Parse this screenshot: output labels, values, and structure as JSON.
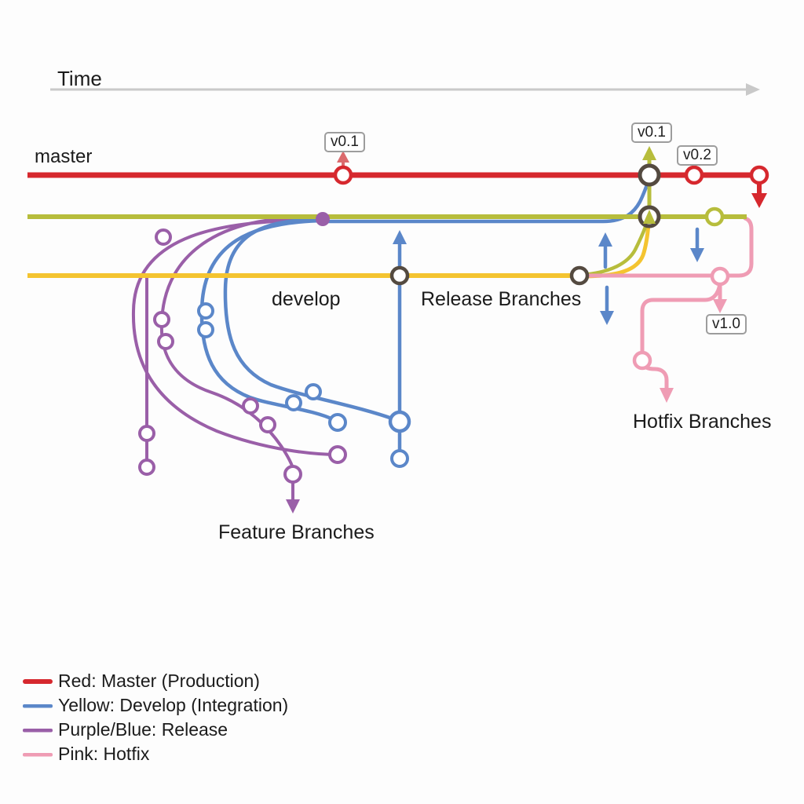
{
  "axis": {
    "time_label": "Time"
  },
  "labels": {
    "master": "master",
    "develop": "develop",
    "release": "Release Branches",
    "feature": "Feature Branches",
    "hotfix": "Hotfix Branches"
  },
  "tags": {
    "master_v01": "v0.1",
    "release_v01": "v0.1",
    "master_v02": "v0.2",
    "hotfix_v10": "v1.0"
  },
  "legend": {
    "items": [
      {
        "label": "Red: Master (Production)",
        "color": "#d6282e"
      },
      {
        "label": "Yellow: Develop (Integration)",
        "color": "#5b87c9"
      },
      {
        "label": "Purple/Blue: Release",
        "color": "#9a5fa8"
      },
      {
        "label": "Pink: Hotfix",
        "color": "#ef9cb4"
      }
    ]
  },
  "colors": {
    "master_red": "#d6282e",
    "develop_olive": "#b7bd3c",
    "develop_yellow": "#f4c430",
    "release_blue": "#5b87c9",
    "release_purple": "#9a5fa8",
    "hotfix_pink": "#ef9cb4",
    "tag_arrow_salmon": "#db6a6d",
    "node_dark_stroke": "#544a40",
    "time_axis_gray": "#c9c9c9"
  }
}
